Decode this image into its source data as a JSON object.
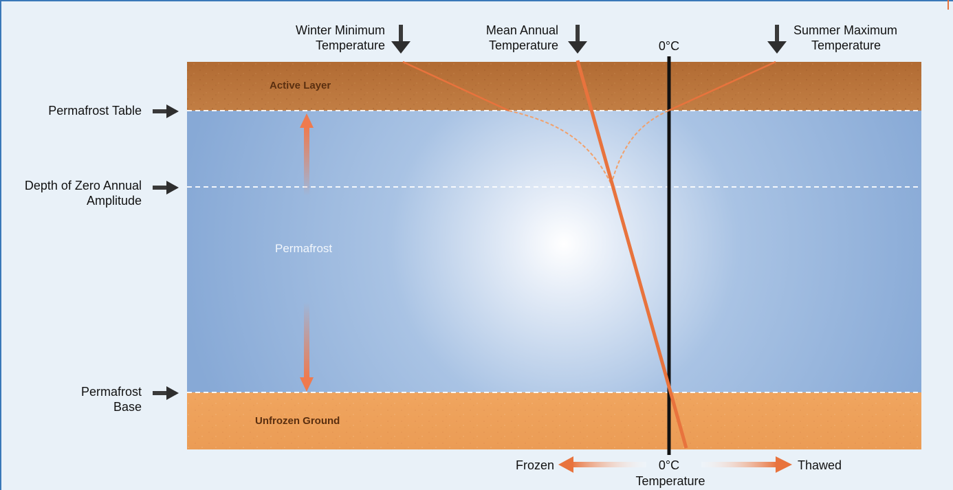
{
  "labels": {
    "winter_minimum": [
      "Winter Minimum",
      "Temperature"
    ],
    "mean_annual": [
      "Mean Annual",
      "Temperature"
    ],
    "zero_c_top": "0°C",
    "summer_maximum": [
      "Summer Maximum",
      "Temperature"
    ],
    "permafrost_table": "Permafrost Table",
    "depth_zero_annual": [
      "Depth of Zero Annual",
      "Amplitude"
    ],
    "permafrost_base": [
      "Permafrost",
      "Base"
    ],
    "active_layer": "Active Layer",
    "permafrost": "Permafrost",
    "unfrozen_ground": "Unfrozen Ground",
    "frozen": "Frozen",
    "zero_c_bottom": "0°C",
    "temperature": "Temperature",
    "thawed": "Thawed"
  },
  "colors": {
    "active_layer": "#b8743a",
    "unfrozen_ground": "#efa55e",
    "permafrost_blue": "#8fb0d8",
    "temperature_line": "#e8733d",
    "zero_line": "#111111",
    "depth_arrow": "#ef7a4e",
    "frame_border": "#3a78b8",
    "frame_background": "#e9f1f8"
  },
  "icons": [
    "down-arrow-icon",
    "right-arrow-icon",
    "double-arrow-icon",
    "left-arrow-icon"
  ]
}
